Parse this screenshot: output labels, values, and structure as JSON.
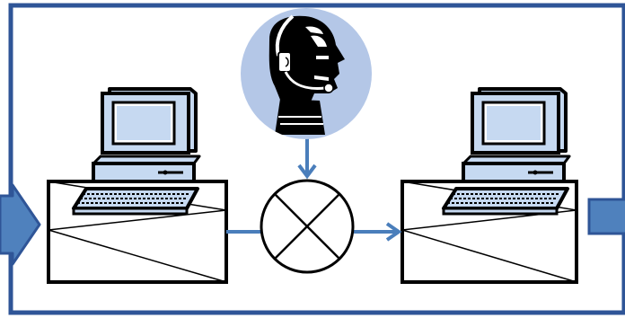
{
  "diagram": {
    "kind": "process-flow",
    "nodes": [
      {
        "id": "input-arrow",
        "icon": "block-arrow-right-icon"
      },
      {
        "id": "workstation-left",
        "icon": "computer-workstation-icon"
      },
      {
        "id": "operator",
        "icon": "operator-headset-icon"
      },
      {
        "id": "combine-junction",
        "icon": "summing-junction-icon"
      },
      {
        "id": "workstation-right",
        "icon": "computer-workstation-icon"
      },
      {
        "id": "output-block",
        "icon": "output-block-icon"
      }
    ],
    "edges": [
      {
        "from": "workstation-left",
        "to": "combine-junction"
      },
      {
        "from": "operator",
        "to": "combine-junction"
      },
      {
        "from": "combine-junction",
        "to": "workstation-right"
      }
    ]
  },
  "colors": {
    "frame_border": "#2f5597",
    "connector": "#4a7ebb",
    "block_arrow_fill": "#4f81bd",
    "block_arrow_stroke": "#2f5597",
    "operator_circle": "#b4c7e7",
    "monitor_screen": "#c6d9f1",
    "computer_body": "#c6d9f1",
    "outline": "#000000"
  }
}
